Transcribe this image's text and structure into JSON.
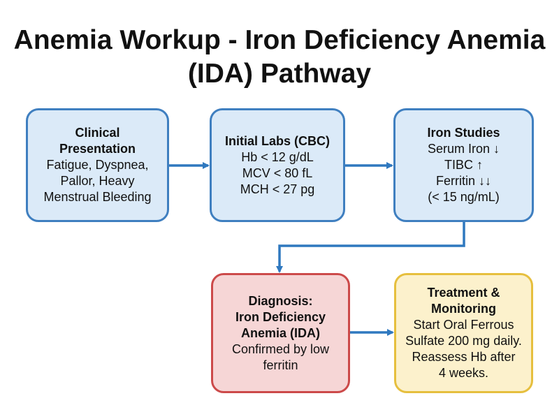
{
  "title": {
    "line1": "Anemia Workup - Iron Deficiency Anemia",
    "line2": "(IDA) Pathway"
  },
  "colors": {
    "blue_fill": "#dbeaf8",
    "blue_border": "#3f7fc0",
    "red_fill": "#f6d6d6",
    "red_border": "#cc4a4a",
    "yellow_fill": "#fcf1cc",
    "yellow_border": "#e6bf3e",
    "arrow": "#2f78bf"
  },
  "nodes": {
    "clinical": {
      "heading": [
        "Clinical",
        "Presentation"
      ],
      "lines": [
        "Fatigue, Dyspnea,",
        "Pallor, Heavy",
        "Menstrual Bleeding"
      ]
    },
    "labs": {
      "heading": [
        "Initial Labs (CBC)"
      ],
      "lines": [
        "Hb < 12 g/dL",
        "MCV < 80 fL",
        "MCH < 27 pg"
      ]
    },
    "iron": {
      "heading": [
        "Iron Studies"
      ],
      "lines": [
        "Serum Iron ↓",
        "TIBC ↑",
        "Ferritin ↓↓",
        "(< 15 ng/mL)"
      ]
    },
    "diagnosis": {
      "heading": [
        "Diagnosis:",
        "Iron Deficiency",
        "Anemia (IDA)"
      ],
      "lines": [
        "Confirmed by low",
        "ferritin"
      ]
    },
    "treatment": {
      "heading": [
        "Treatment &",
        "Monitoring"
      ],
      "lines": [
        "Start Oral Ferrous",
        "Sulfate 200 mg daily.",
        "Reassess Hb after",
        "4 weeks."
      ]
    }
  },
  "edges": [
    {
      "from": "clinical",
      "to": "labs"
    },
    {
      "from": "labs",
      "to": "iron"
    },
    {
      "from": "iron",
      "to": "diagnosis"
    },
    {
      "from": "diagnosis",
      "to": "treatment"
    }
  ]
}
